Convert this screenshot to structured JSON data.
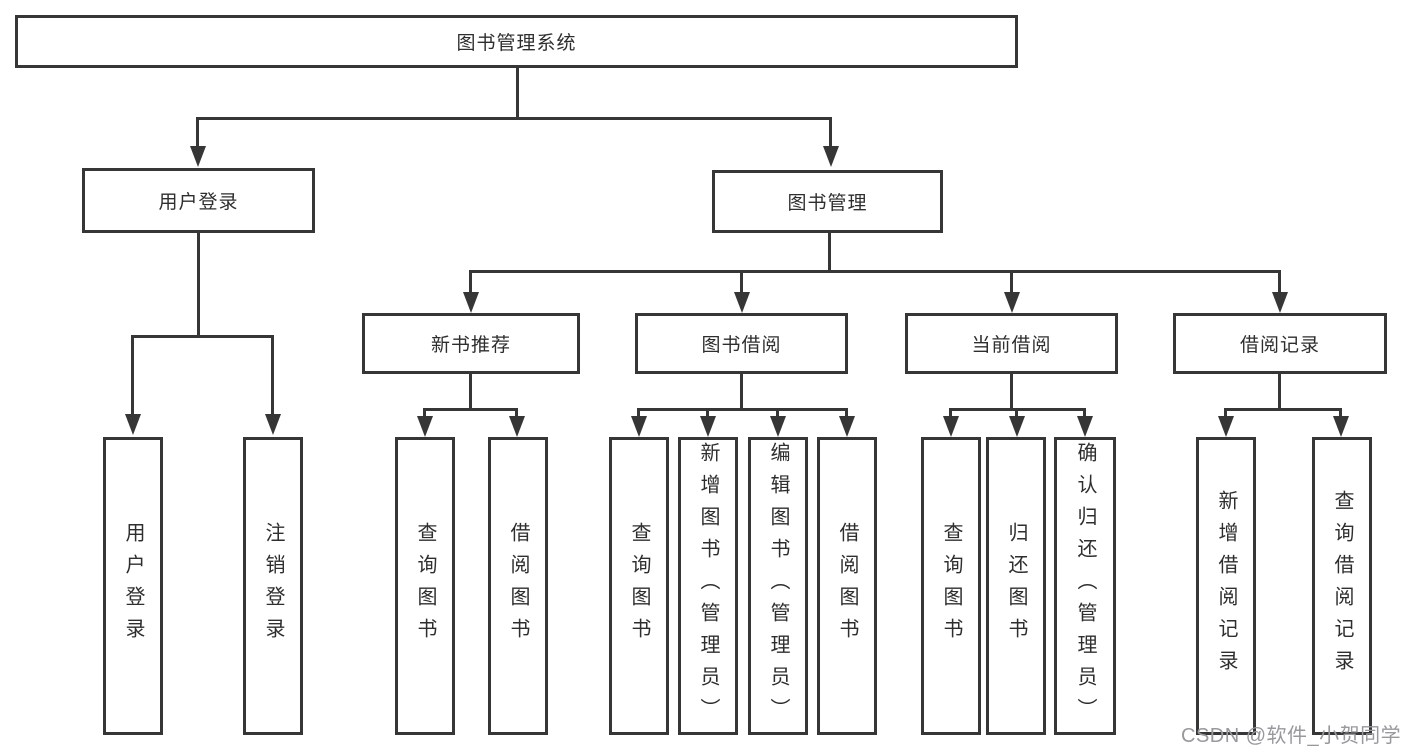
{
  "diagram": {
    "root": {
      "label": "图书管理系统"
    },
    "level2": {
      "user_login": {
        "label": "用户登录"
      },
      "book_mgmt": {
        "label": "图书管理"
      }
    },
    "level3": {
      "new_books": {
        "label": "新书推荐"
      },
      "book_borrow": {
        "label": "图书借阅"
      },
      "current_borrow": {
        "label": "当前借阅"
      },
      "borrow_records": {
        "label": "借阅记录"
      }
    },
    "leaves": {
      "user_login": [
        "用户登录",
        "注销登录"
      ],
      "new_books": [
        "查询图书",
        "借阅图书"
      ],
      "book_borrow": [
        "查询图书",
        "新增图书（管理员）",
        "编辑图书（管理员）",
        "借阅图书"
      ],
      "current_borrow": [
        "查询图书",
        "归还图书",
        "确认归还（管理员）"
      ],
      "borrow_records": [
        "新增借阅记录",
        "查询借阅记录"
      ]
    },
    "line_color": "#363636",
    "background_color": "#ffffff"
  },
  "watermark": {
    "text": "CSDN @软件_小贺同学",
    "color": "#98989d"
  }
}
